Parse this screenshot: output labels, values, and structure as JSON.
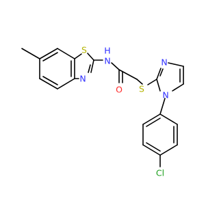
{
  "colors": {
    "bond": "#000000",
    "S": "#b4b400",
    "N": "#3030ff",
    "O": "#ff2a2a",
    "Cl": "#1fa01f",
    "H": "#3030ff"
  },
  "labels": {
    "S_benzothiazole": "S",
    "N_benzothiazole": "N",
    "N_amide": "N",
    "H_amide": "H",
    "O_carbonyl": "O",
    "S_thioether": "S",
    "N_imidazole_3": "N",
    "N_imidazole_1": "N",
    "Cl": "Cl"
  }
}
